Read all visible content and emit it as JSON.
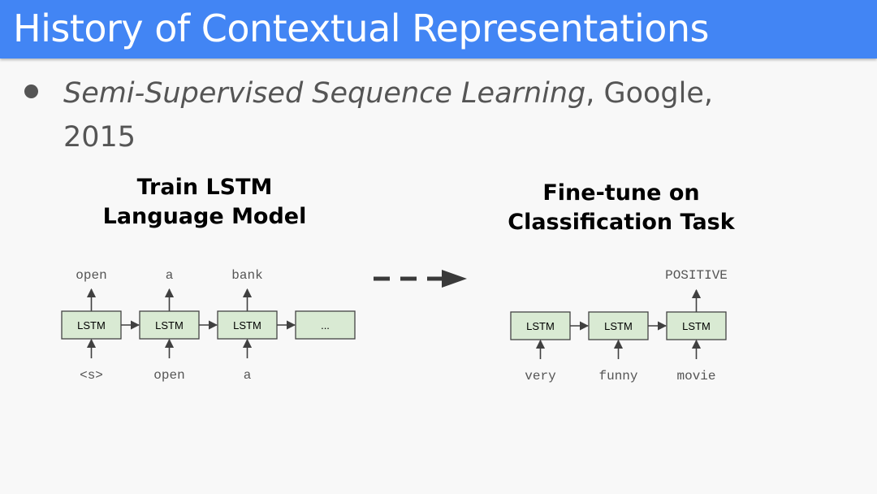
{
  "slide": {
    "title": "History of Contextual Representations",
    "bullet": {
      "paper": "Semi-Supervised Sequence Learning",
      "rest": ", Google, 2015"
    }
  },
  "left_panel": {
    "heading_line1": "Train LSTM",
    "heading_line2": "Language Model",
    "boxes": [
      "LSTM",
      "LSTM",
      "LSTM",
      "..."
    ],
    "outputs": [
      "open",
      "a",
      "bank"
    ],
    "inputs": [
      "<s>",
      "open",
      "a"
    ]
  },
  "right_panel": {
    "heading_line1": "Fine-tune on",
    "heading_line2": "Classification Task",
    "boxes": [
      "LSTM",
      "LSTM",
      "LSTM"
    ],
    "output": "POSITIVE",
    "inputs": [
      "very",
      "funny",
      "movie"
    ]
  },
  "colors": {
    "title_bar": "#4285f4",
    "box_fill": "#d9ead3",
    "box_stroke": "#434343",
    "arrow": "#404040",
    "background": "#f8f8f8"
  }
}
